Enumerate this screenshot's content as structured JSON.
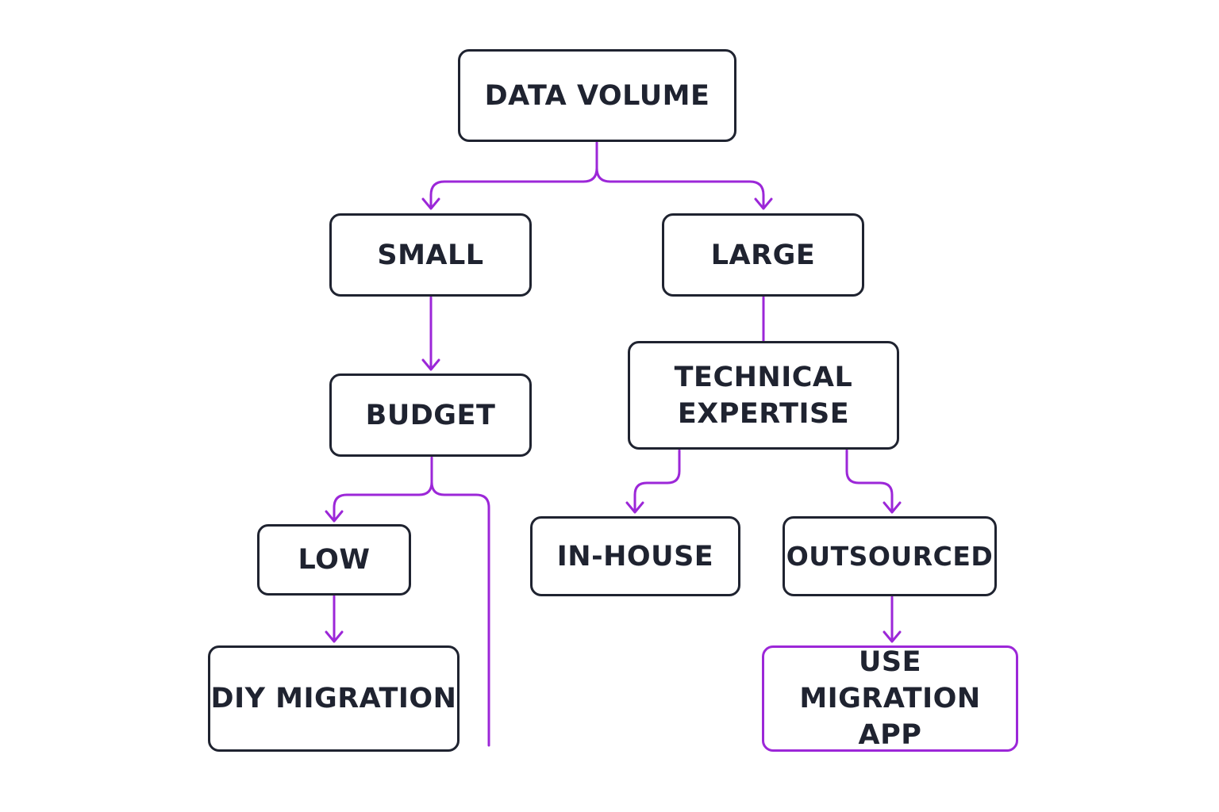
{
  "colors": {
    "box_border": "#1f2330",
    "connector": "#9c27d8",
    "text": "#1f2330",
    "background": "#ffffff"
  },
  "nodes": {
    "data_volume": "DATA VOLUME",
    "small": "SMALL",
    "large": "LARGE",
    "budget": "BUDGET",
    "technical_expertise": "TECHNICAL\nEXPERTISE",
    "low": "LOW",
    "in_house": "IN-HOUSE",
    "outsourced": "OUTSOURCED",
    "diy_migration": "DIY MIGRATION",
    "use_migration_app": "USE\nMIGRATION APP"
  }
}
